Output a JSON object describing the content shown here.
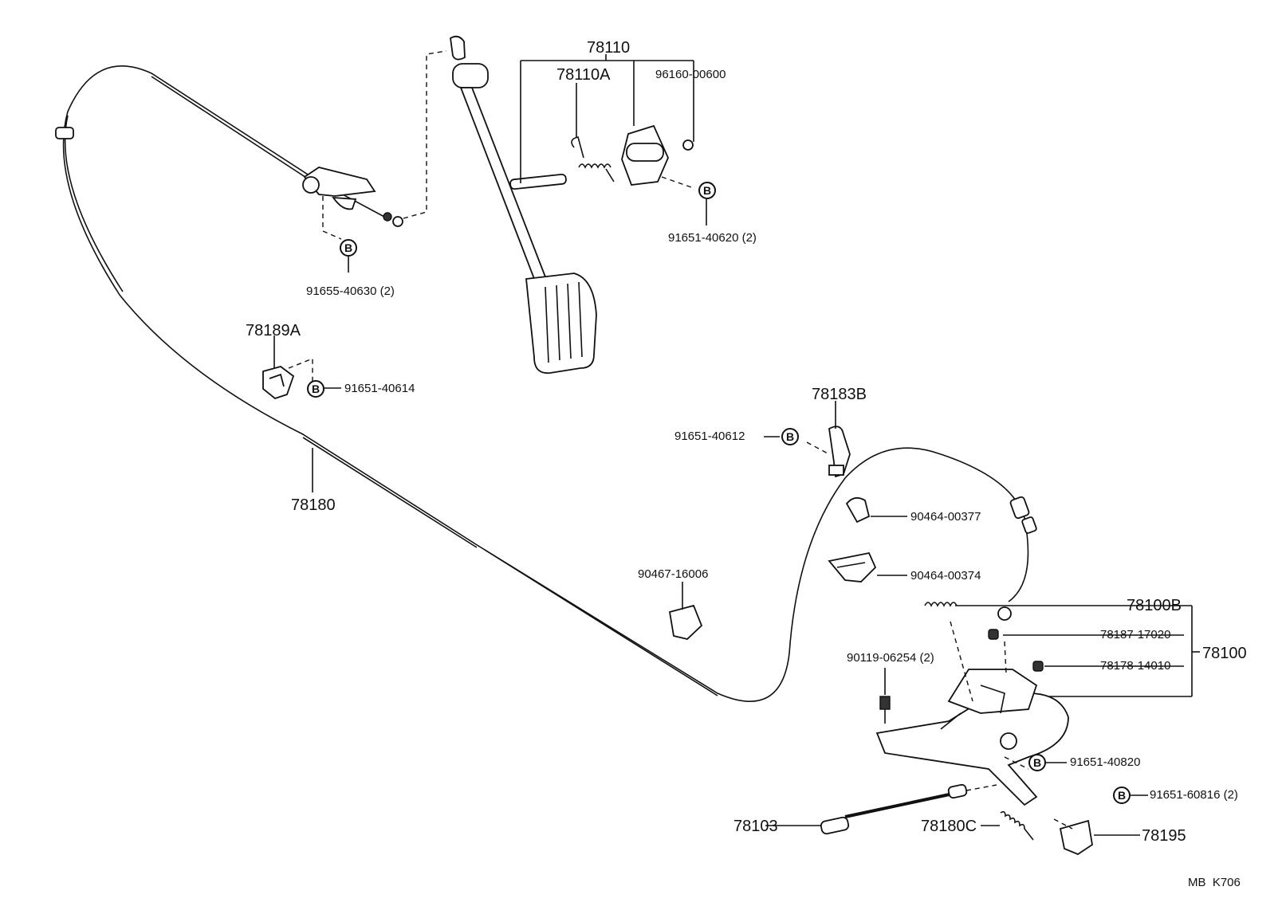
{
  "diagram": {
    "labels": {
      "p78110": "78110",
      "p78110A": "78110A",
      "p96160": "96160-00600",
      "p91651_40620": "91651-40620 (2)",
      "p91655_40630": "91655-40630 (2)",
      "p78189A": "78189A",
      "p91651_40614": "91651-40614",
      "p78180": "78180",
      "p78183B": "78183B",
      "p91651_40612": "91651-40612",
      "p90464_00377": "90464-00377",
      "p90464_00374": "90464-00374",
      "p90467_16006": "90467-16006",
      "p78100B": "78100B",
      "p78187_17020": "78187-17020",
      "p78100": "78100",
      "p78178_14010": "78178-14010",
      "p90119_06254": "90119-06254 (2)",
      "p91651_40820": "91651-40820",
      "p91651_60816": "91651-60816 (2)",
      "p78103": "78103",
      "p78180C": "78180C",
      "p78195": "78195",
      "footer": "MB  K706"
    },
    "bolt_marker": "B"
  }
}
